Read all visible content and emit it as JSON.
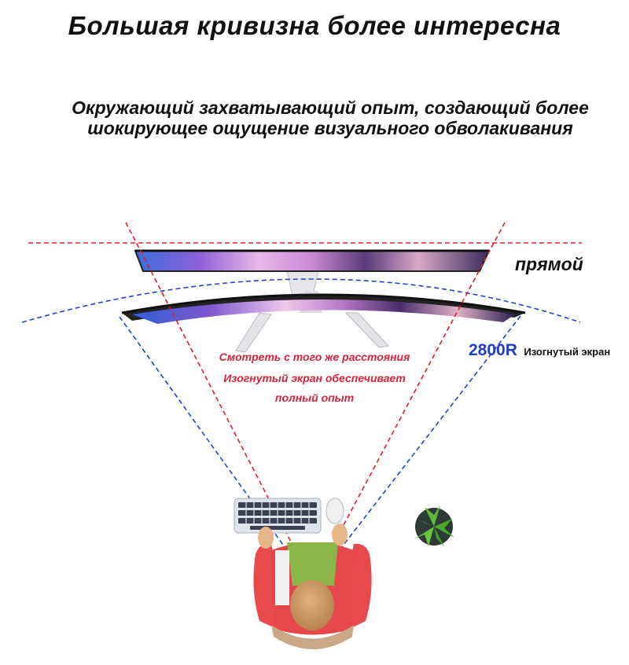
{
  "title": "Большая кривизна более интересна",
  "subtitle": {
    "line1": "Окружающий захватывающий опыт, создающий более",
    "line2": "шокирующее ощущение визуального обволакивания"
  },
  "labels": {
    "flat": "прямой",
    "curve_value": "2800R",
    "curve_text": "Изогнутый экран"
  },
  "note": {
    "line1": "Смотреть с того же расстояния",
    "line2": "Изогнутый экран обеспечивает",
    "line3": "полный опыт"
  },
  "colors": {
    "red_line": "#e0202a",
    "blue_line": "#2344c8",
    "red_text": "#d6233a",
    "blue_text": "#1f3fc4"
  }
}
